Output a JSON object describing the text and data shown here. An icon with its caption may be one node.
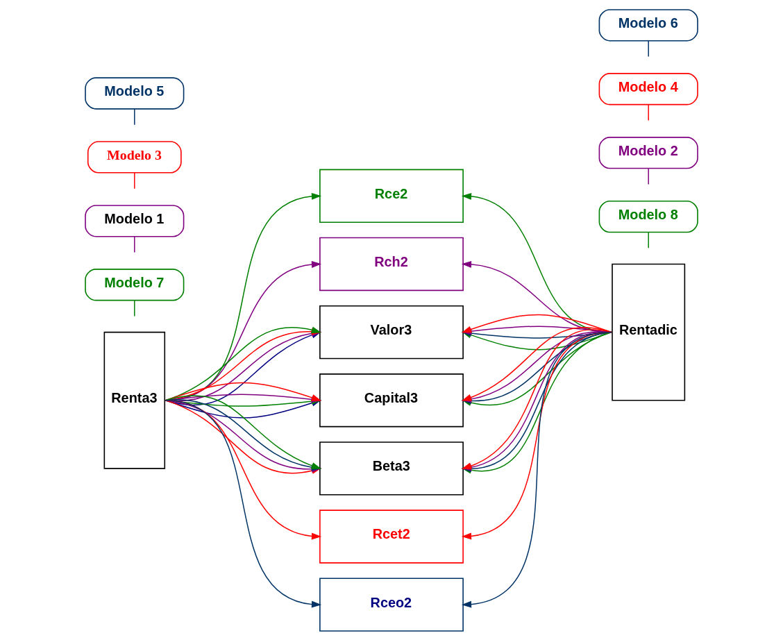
{
  "diagram": {
    "nodes": [
      {
        "text": [
          "Renta3"
        ]
      },
      {
        "text": [
          "Rce2"
        ]
      },
      {
        "text": [
          "Rch2"
        ]
      },
      {
        "text": [
          "Valor3"
        ]
      },
      {
        "text": [
          "Capital3"
        ]
      },
      {
        "text": [
          "Beta3"
        ]
      },
      {
        "text": [
          "Rcet2"
        ]
      },
      {
        "text": [
          "Rceo2"
        ]
      },
      {
        "text": [
          "Rentadic"
        ]
      },
      {
        "text": [
          "Modelo 7"
        ]
      },
      {
        "text": [
          "Modelo 8"
        ]
      },
      {
        "text": [
          "Modelo 1"
        ]
      },
      {
        "text": [
          "Modelo 2"
        ]
      },
      {
        "text": [
          "Modelo 3"
        ]
      },
      {
        "text": [
          "Modelo 4"
        ]
      },
      {
        "text": [
          "Modelo 5"
        ]
      },
      {
        "text": [
          "Modelo 6"
        ]
      }
    ],
    "edges": [
      {
        "from": 0,
        "to": 1,
        "arrow": "to",
        "color": "#008000"
      },
      {
        "from": 0,
        "to": 2,
        "arrow": "to",
        "color": "#800080"
      },
      {
        "from": 0,
        "to": 3,
        "arrow": "to",
        "color": "#000080"
      },
      {
        "from": 0,
        "to": 3,
        "arrow": "to",
        "color": "#800080"
      },
      {
        "from": 0,
        "to": 3,
        "arrow": "to",
        "color": "#ff0000"
      },
      {
        "from": 0,
        "to": 3,
        "arrow": "to",
        "color": "#008000"
      },
      {
        "from": 0,
        "to": 4,
        "arrow": "to",
        "color": "#000080"
      },
      {
        "from": 0,
        "to": 4,
        "arrow": "to",
        "color": "#008000"
      },
      {
        "from": 0,
        "to": 4,
        "arrow": "to",
        "color": "#800080"
      },
      {
        "from": 0,
        "to": 4,
        "arrow": "to",
        "color": "#ff0000"
      },
      {
        "from": 0,
        "to": 5,
        "arrow": "to",
        "color": "#ff0000"
      },
      {
        "from": 0,
        "to": 5,
        "arrow": "to",
        "color": "#800080"
      },
      {
        "from": 0,
        "to": 5,
        "arrow": "to",
        "color": "#003366"
      },
      {
        "from": 0,
        "to": 5,
        "arrow": "to",
        "color": "#008000"
      },
      {
        "from": 0,
        "to": 6,
        "arrow": "to",
        "color": "#ff0000"
      },
      {
        "from": 0,
        "to": 7,
        "arrow": "to",
        "color": "#003366"
      },
      {
        "from": 8,
        "to": 1,
        "arrow": "to",
        "color": "#008000"
      },
      {
        "from": 8,
        "to": 2,
        "arrow": "to",
        "color": "#800080"
      },
      {
        "from": 8,
        "to": 3,
        "arrow": "to",
        "color": "#008000"
      },
      {
        "from": 8,
        "to": 3,
        "arrow": "to",
        "color": "#003366"
      },
      {
        "from": 8,
        "to": 3,
        "arrow": "to",
        "color": "#800080"
      },
      {
        "from": 8,
        "to": 3,
        "arrow": "to",
        "color": "#ff0000"
      },
      {
        "from": 8,
        "to": 4,
        "arrow": "to",
        "color": "#008000"
      },
      {
        "from": 8,
        "to": 4,
        "arrow": "to",
        "color": "#003366"
      },
      {
        "from": 8,
        "to": 4,
        "arrow": "to",
        "color": "#800080"
      },
      {
        "from": 8,
        "to": 4,
        "arrow": "to",
        "color": "#ff0000"
      },
      {
        "from": 8,
        "to": 5,
        "arrow": "to",
        "color": "#008000"
      },
      {
        "from": 8,
        "to": 5,
        "arrow": "to",
        "color": "#003366"
      },
      {
        "from": 8,
        "to": 5,
        "arrow": "to",
        "color": "#800080"
      },
      {
        "from": 8,
        "to": 5,
        "arrow": "to",
        "color": "#ff0000"
      },
      {
        "from": 8,
        "to": 6,
        "arrow": "to",
        "color": "#ff0000"
      },
      {
        "from": 8,
        "to": 7,
        "arrow": "to",
        "color": "#003366"
      },
      {
        "from": 9,
        "to": null,
        "arrow": "none",
        "color": "#008000"
      },
      {
        "from": 10,
        "to": null,
        "arrow": "none",
        "color": "#008000"
      },
      {
        "from": 11,
        "to": null,
        "arrow": "none",
        "color": "#800080"
      },
      {
        "from": 12,
        "to": null,
        "arrow": "none",
        "color": "#800080"
      },
      {
        "from": 13,
        "to": null,
        "arrow": "none",
        "color": "#ff0000"
      },
      {
        "from": 14,
        "to": null,
        "arrow": "none",
        "color": "#ff0000"
      },
      {
        "from": 15,
        "to": null,
        "arrow": "none",
        "color": "#003366"
      },
      {
        "from": 16,
        "to": null,
        "arrow": "none",
        "color": "#003366"
      }
    ]
  }
}
